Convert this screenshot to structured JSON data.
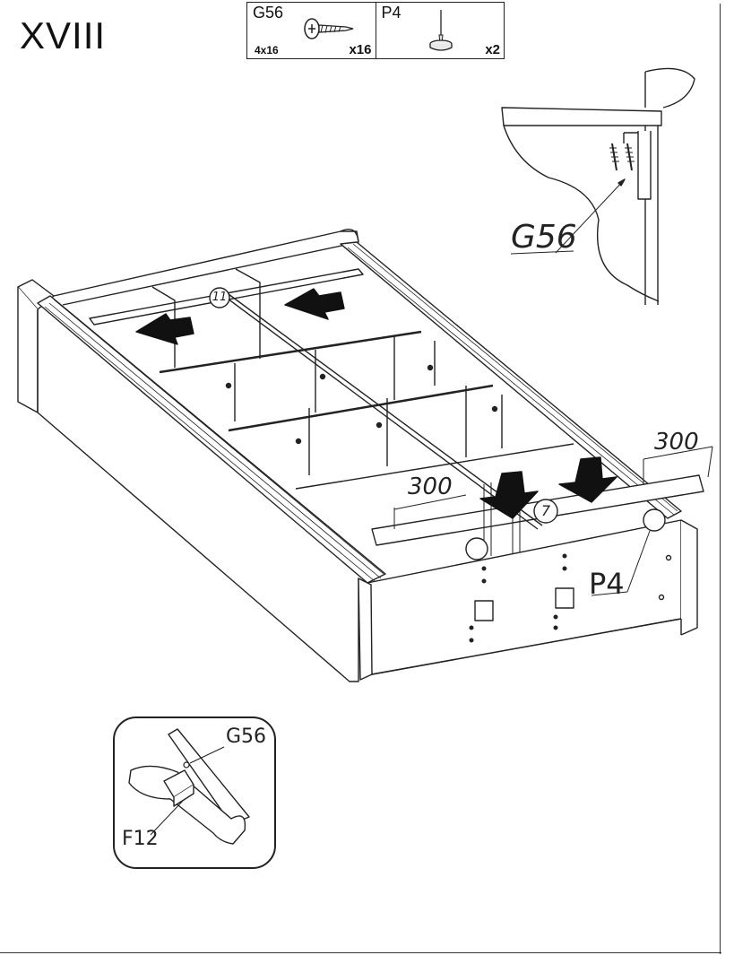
{
  "step": {
    "number": "XVIII"
  },
  "parts": [
    {
      "code": "G56",
      "size": "4x16",
      "qty": "x16",
      "icon": "screw-icon"
    },
    {
      "code": "P4",
      "size": "",
      "qty": "x2",
      "icon": "pin-foot-icon"
    }
  ],
  "callouts": {
    "detail_top_label": "G56",
    "dimension_left": "300",
    "dimension_right": "300",
    "foot_label": "P4",
    "bubble_left": "11",
    "bubble_right": "7"
  },
  "inset": {
    "screw_label": "G56",
    "bracket_label": "F12"
  },
  "colors": {
    "line": "#222222",
    "arrow": "#111111",
    "paper": "#ffffff"
  }
}
